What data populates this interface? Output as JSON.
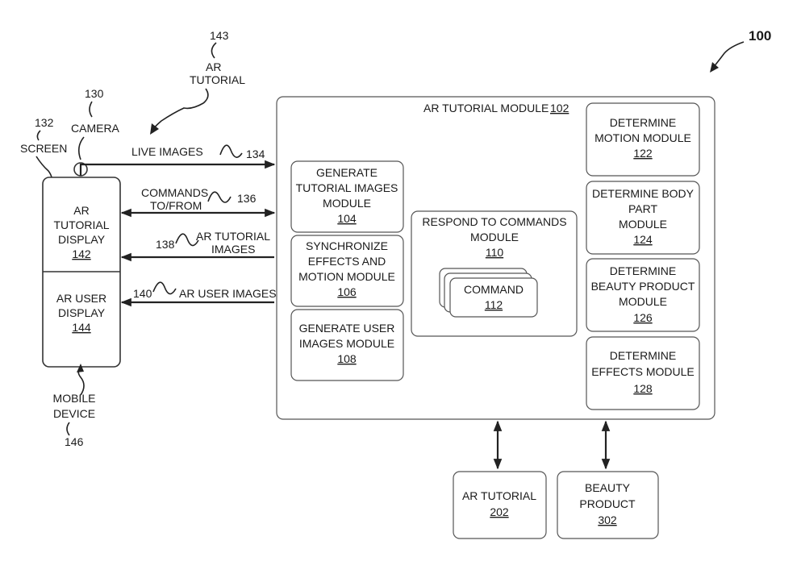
{
  "figure_number": "100",
  "mobile_device": {
    "screen_ref": "132",
    "screen_label": "SCREEN",
    "camera_ref": "130",
    "camera_label": "CAMERA",
    "tutorial_display": [
      "AR",
      "TUTORIAL",
      "DISPLAY"
    ],
    "tutorial_display_num": "142",
    "user_display": [
      "AR USER",
      "DISPLAY"
    ],
    "user_display_num": "144",
    "device_label": [
      "MOBILE",
      "DEVICE"
    ],
    "device_ref": "146"
  },
  "ar_tutorial_callout": {
    "ref": "143",
    "lines": [
      "AR",
      "TUTORIAL"
    ]
  },
  "signals": {
    "live_images": {
      "label": "LIVE IMAGES",
      "ref": "134"
    },
    "commands": {
      "lines": [
        "COMMANDS",
        "TO/FROM"
      ],
      "ref": "136"
    },
    "tutorial_images": {
      "lines": [
        "AR TUTORIAL",
        "IMAGES"
      ],
      "ref": "138"
    },
    "user_images": {
      "label": "AR USER IMAGES",
      "ref": "140"
    }
  },
  "module": {
    "title": "AR TUTORIAL MODULE",
    "num": "102",
    "left_boxes": [
      {
        "lines": [
          "GENERATE",
          "TUTORIAL IMAGES",
          "MODULE"
        ],
        "num": "104"
      },
      {
        "lines": [
          "SYNCHRONIZE",
          "EFFECTS AND",
          "MOTION MODULE"
        ],
        "num": "106"
      },
      {
        "lines": [
          "GENERATE USER",
          "IMAGES MODULE"
        ],
        "num": "108"
      }
    ],
    "center_box": {
      "lines": [
        "RESPOND TO COMMANDS",
        "MODULE"
      ],
      "num": "110",
      "command": {
        "label": "COMMAND",
        "num": "112"
      }
    },
    "right_boxes": [
      {
        "lines": [
          "DETERMINE",
          "MOTION MODULE"
        ],
        "num": "122"
      },
      {
        "lines": [
          "DETERMINE BODY",
          "PART",
          "MODULE"
        ],
        "num": "124"
      },
      {
        "lines": [
          "DETERMINE",
          "BEAUTY PRODUCT",
          "MODULE"
        ],
        "num": "126"
      },
      {
        "lines": [
          "DETERMINE",
          "EFFECTS MODULE"
        ],
        "num": "128"
      }
    ]
  },
  "bottom_boxes": [
    {
      "lines": [
        "AR TUTORIAL"
      ],
      "num": "202"
    },
    {
      "lines": [
        "BEAUTY",
        "PRODUCT"
      ],
      "num": "302"
    }
  ]
}
